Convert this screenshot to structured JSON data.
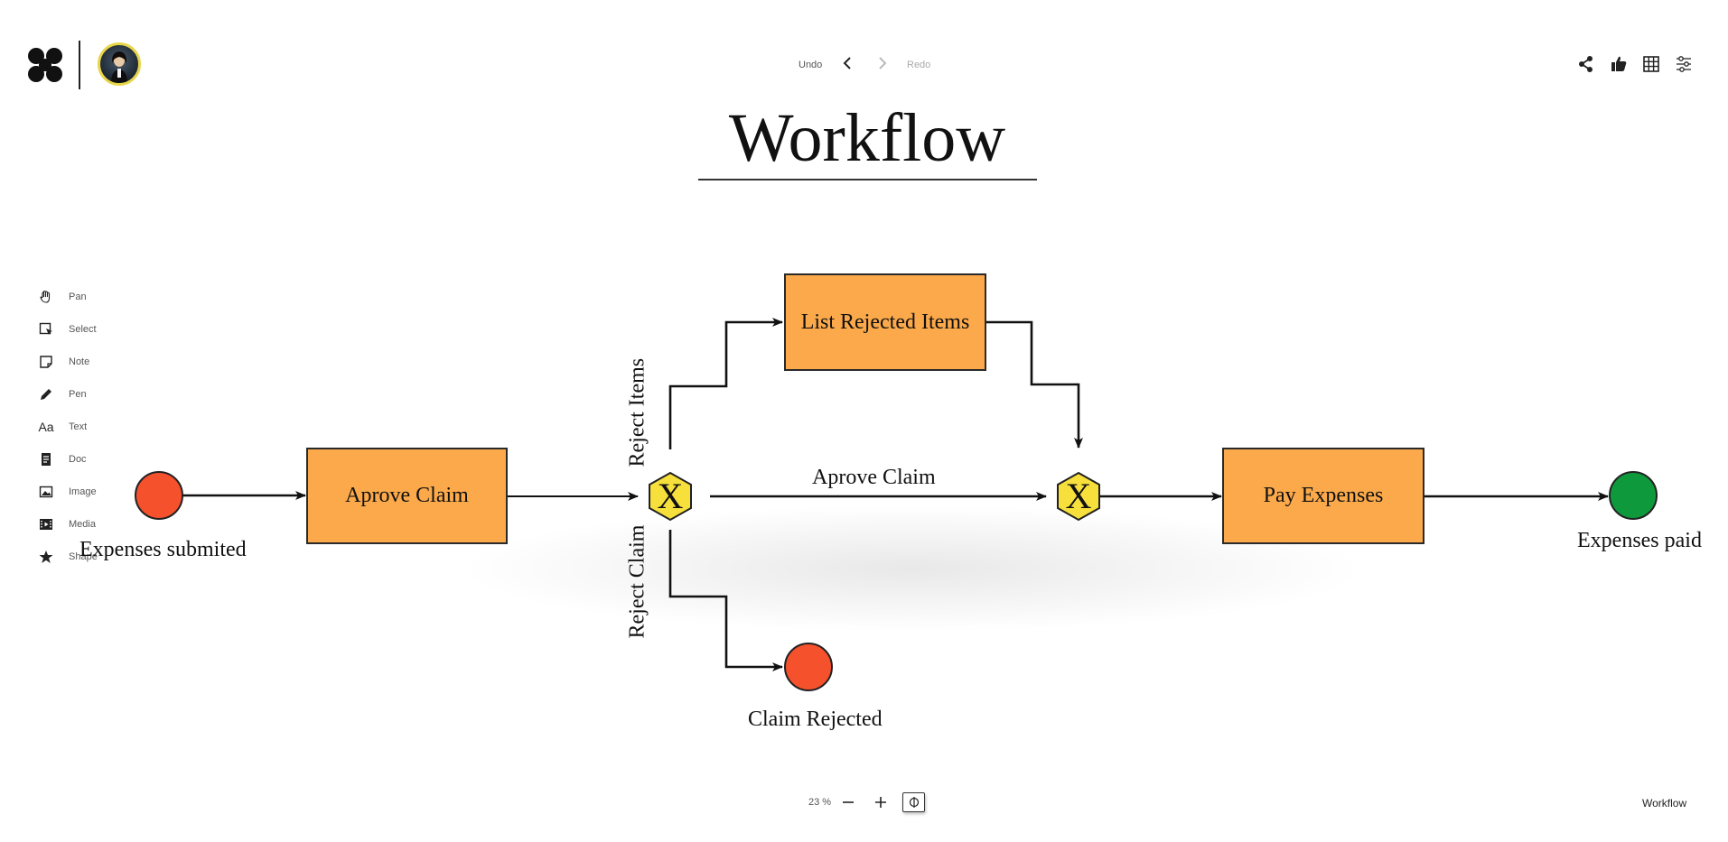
{
  "header": {
    "undo_label": "Undo",
    "redo_label": "Redo",
    "icons": [
      "share-icon",
      "thumbs-up-icon",
      "grid-icon",
      "sliders-icon"
    ]
  },
  "toolbar": {
    "items": [
      {
        "label": "Pan",
        "icon": "pan-hand-icon"
      },
      {
        "label": "Select",
        "icon": "select-icon"
      },
      {
        "label": "Note",
        "icon": "note-icon"
      },
      {
        "label": "Pen",
        "icon": "pen-icon"
      },
      {
        "label": "Text",
        "icon": "text-icon",
        "glyph": "Aa"
      },
      {
        "label": "Doc",
        "icon": "doc-icon"
      },
      {
        "label": "Image",
        "icon": "image-icon"
      },
      {
        "label": "Media",
        "icon": "media-icon"
      },
      {
        "label": "Shape",
        "icon": "star-icon"
      }
    ]
  },
  "canvas": {
    "title": "Workflow",
    "nodes": {
      "start_label": "Expenses submited",
      "aprove_claim_box": "Aprove Claim",
      "list_rejected_box": "List Rejected Items",
      "pay_expenses_box": "Pay Expenses",
      "end_label": "Expenses paid",
      "rejected_label": "Claim Rejected",
      "gateway_symbol": "X"
    },
    "edges": {
      "reject_items": "Reject Items",
      "aprove_claim": "Aprove Claim",
      "reject_claim": "Reject Claim"
    },
    "colors": {
      "task_fill": "#fba94a",
      "start_event": "#f4512c",
      "end_event": "#0e9a3c",
      "gateway": "#f7e03c"
    }
  },
  "footer": {
    "zoom": "23 %",
    "zoom_out": "—",
    "zoom_in": "+",
    "board_name": "Workflow"
  }
}
